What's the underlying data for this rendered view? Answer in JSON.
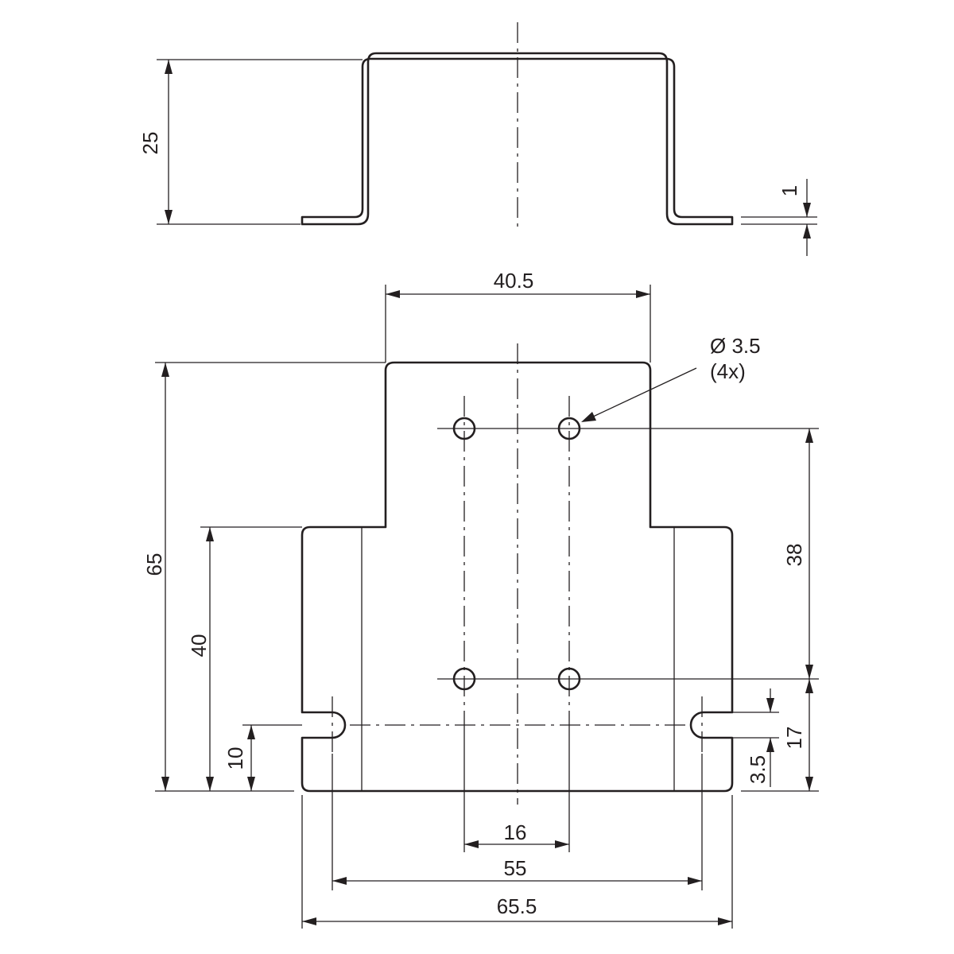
{
  "colors": {
    "ink": "#231f20",
    "background": "#ffffff"
  },
  "side_view": {
    "height_dim": "25",
    "thickness_dim": "1"
  },
  "top_view": {
    "top_width_dim": "40.5",
    "hole_callout": {
      "diameter": "Ø 3.5",
      "count": "(4x)"
    },
    "total_height_dim": "65",
    "lower_height_dim": "40",
    "slot_height_dim": "10",
    "hole_spacing_vertical_dim": "38",
    "hole_to_bottom_dim": "17",
    "slot_width_dim": "3.5",
    "hole_spacing_horizontal_dim": "16",
    "slot_spacing_dim": "55",
    "total_width_dim": "65.5"
  }
}
